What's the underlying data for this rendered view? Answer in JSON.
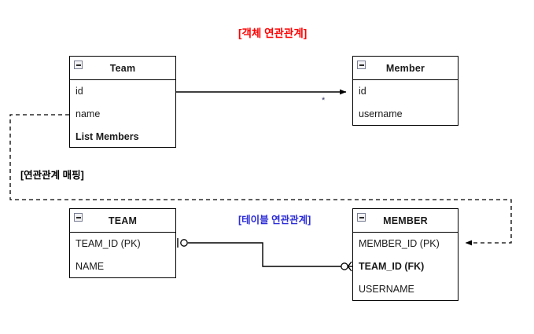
{
  "diagram": {
    "type": "uml-erd-mapping",
    "background": "#ffffff",
    "titles": {
      "object_relation": "[객체 연관관계]",
      "object_relation_color": "#ff0000",
      "mapping": "[연관관계 매핑]",
      "mapping_color": "#000000",
      "table_relation": "[테이블 연관관계]",
      "table_relation_color": "#2b2bd8"
    },
    "object_model": {
      "team": {
        "name": "Team",
        "collapse_icon": "minus-square-icon",
        "fields": [
          {
            "label": "id",
            "bold": false
          },
          {
            "label": "name",
            "bold": false
          },
          {
            "label": "List Members",
            "bold": true
          }
        ]
      },
      "member": {
        "name": "Member",
        "collapse_icon": "minus-square-icon",
        "fields": [
          {
            "label": "id",
            "bold": false
          },
          {
            "label": "username",
            "bold": false
          }
        ]
      },
      "association": {
        "style": "solid-directed-arrow",
        "from": "Team",
        "to": "Member",
        "multiplicity": "*"
      }
    },
    "table_model": {
      "team_table": {
        "name": "TEAM",
        "collapse_icon": "minus-square-icon",
        "fields": [
          {
            "label": "TEAM_ID (PK)",
            "bold": false
          },
          {
            "label": "NAME",
            "bold": false
          }
        ]
      },
      "member_table": {
        "name": "MEMBER",
        "collapse_icon": "minus-square-icon",
        "fields": [
          {
            "label": "MEMBER_ID (PK)",
            "bold": false
          },
          {
            "label": "TEAM_ID (FK)",
            "bold": true
          },
          {
            "label": "USERNAME",
            "bold": false
          }
        ]
      },
      "relationship": {
        "style": "crows-foot",
        "left_end": "one-and-only-one",
        "right_end": "zero-or-many",
        "from": "TEAM.TEAM_ID (PK)",
        "to": "MEMBER.TEAM_ID (FK)"
      }
    },
    "mapping_link": {
      "style": "dashed-directed-arrow",
      "from": "Team.name",
      "to": "MEMBER.MEMBER_ID (PK)"
    }
  }
}
